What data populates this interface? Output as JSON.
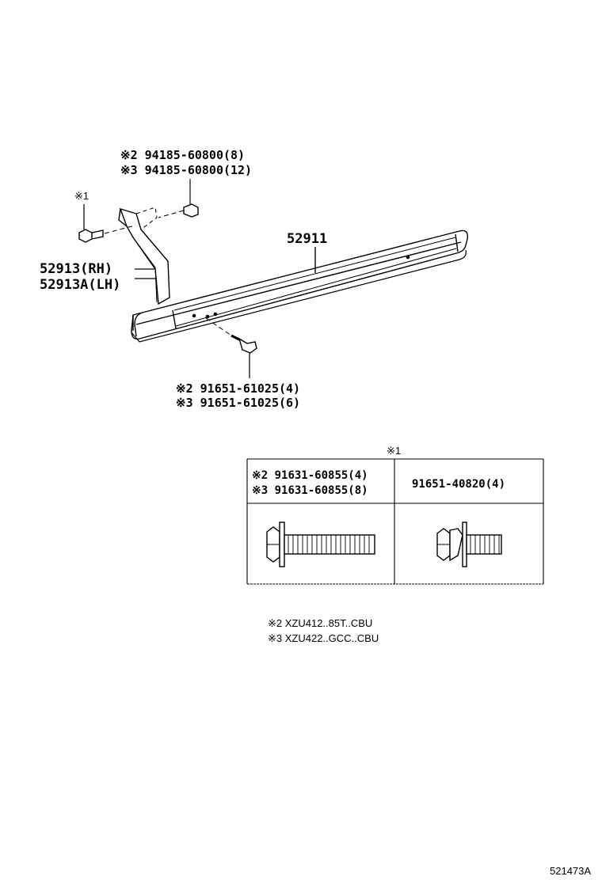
{
  "labels": {
    "nut_line1": "※2 94185-60800(8)",
    "nut_line2": "※3 94185-60800(12)",
    "marker_1": "※1",
    "bar_part": "52911",
    "bracket_rh": "52913(RH)",
    "bracket_lh": "52913A(LH)",
    "bolt_line1": "※2 91651-61025(4)",
    "bolt_line2": "※3 91651-61025(6)"
  },
  "table": {
    "title": "※1",
    "left_line1": "※2 91631-60855(4)",
    "left_line2": "※3 91631-60855(8)",
    "right_line1": "91651-40820(4)"
  },
  "notes": {
    "line1": "※2 XZU412..85T..CBU",
    "line2": "※3 XZU422..GCC..CBU"
  },
  "diagram_code": "521473A"
}
